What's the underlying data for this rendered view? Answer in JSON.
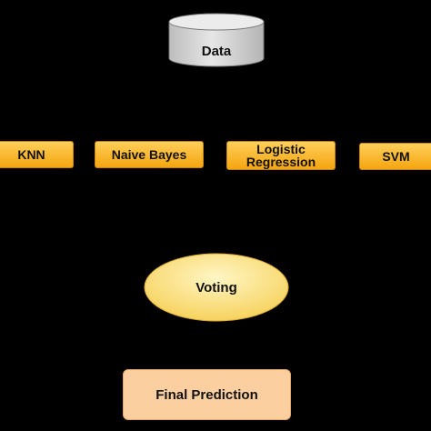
{
  "diagram": {
    "data_node": {
      "label": "Data",
      "shape": "cylinder"
    },
    "models": [
      {
        "label": "KNN"
      },
      {
        "label": "Naive Bayes"
      },
      {
        "label": "Logistic\nRegression"
      },
      {
        "label": "SVM"
      }
    ],
    "voting_node": {
      "label": "Voting",
      "shape": "ellipse"
    },
    "final_node": {
      "label": "Final Prediction",
      "shape": "rounded-rectangle"
    }
  },
  "colors": {
    "background": "#000000",
    "cylinder_fill": "#d9d9d9",
    "model_fill": "#f8b62a",
    "voting_fill": "#ffe68c",
    "final_fill": "#fbcf9f"
  }
}
